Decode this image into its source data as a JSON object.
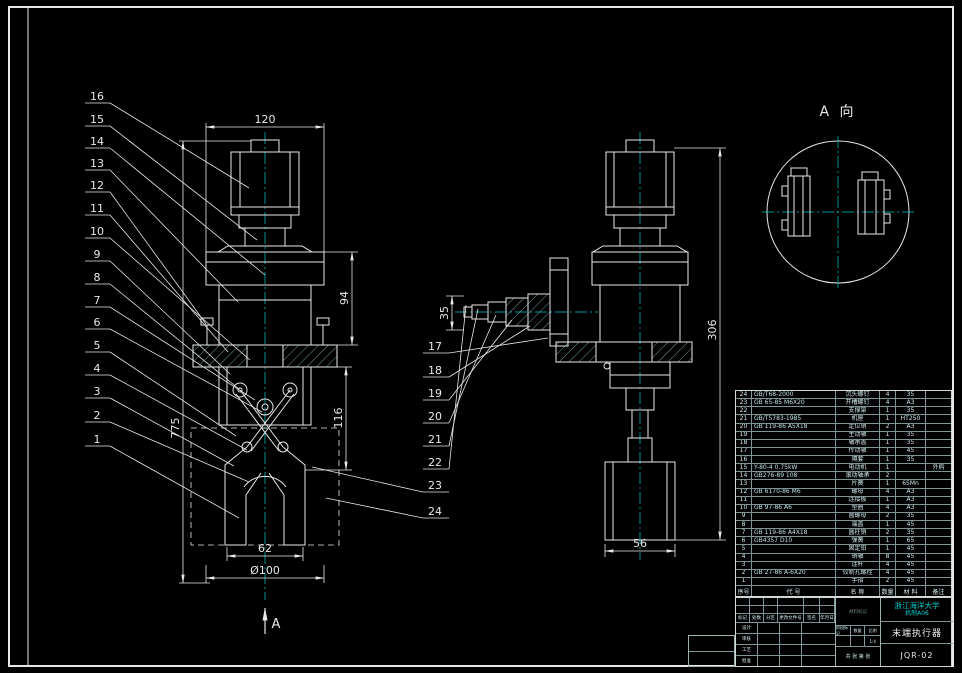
{
  "sheet": {
    "bg": "#000000",
    "line_color": "#e8e8e8",
    "accent_color": "#00cccc"
  },
  "views": {
    "a_view_label": "A 向",
    "section_label": "A",
    "balloons_front": [
      "1",
      "2",
      "3",
      "4",
      "5",
      "6",
      "7",
      "8",
      "9",
      "10",
      "11",
      "12",
      "13",
      "14",
      "15",
      "16"
    ],
    "balloons_side": [
      "17",
      "18",
      "19",
      "20",
      "21",
      "22",
      "23",
      "24"
    ],
    "dims": {
      "front_width": "120",
      "front_flange_h": "94",
      "front_body_h": "116",
      "front_total_h": "775",
      "front_jaw": "62",
      "front_base": "Ø100",
      "side_end": "35",
      "side_total_h": "306",
      "side_base": "56"
    }
  },
  "bom": {
    "headers": [
      "序号",
      "代  号",
      "名  称",
      "数量",
      "材 料",
      "备注"
    ],
    "rows": [
      {
        "no": "24",
        "code": "GB/T68-2000",
        "name": "沉头螺钉",
        "qty": "4",
        "mat": "35",
        "note": ""
      },
      {
        "no": "23",
        "code": "GB 65-85 M6X20",
        "name": "开槽螺钉",
        "qty": "4",
        "mat": "A3",
        "note": ""
      },
      {
        "no": "22",
        "code": "",
        "name": "支撑架",
        "qty": "1",
        "mat": "35",
        "note": ""
      },
      {
        "no": "21",
        "code": "GB/T5783-1985",
        "name": "机座",
        "qty": "1",
        "mat": "HT250",
        "note": ""
      },
      {
        "no": "20",
        "code": "GB 119-86 A5X18",
        "name": "定位销",
        "qty": "2",
        "mat": "A3",
        "note": ""
      },
      {
        "no": "19",
        "code": "",
        "name": "主动轴",
        "qty": "1",
        "mat": "35",
        "note": ""
      },
      {
        "no": "18",
        "code": "",
        "name": "轴承盖",
        "qty": "1",
        "mat": "35",
        "note": ""
      },
      {
        "no": "17",
        "code": "",
        "name": "传动轴",
        "qty": "1",
        "mat": "45",
        "note": ""
      },
      {
        "no": "16",
        "code": "",
        "name": "隔套",
        "qty": "1",
        "mat": "35",
        "note": ""
      },
      {
        "no": "15",
        "code": "Y-80-4 0.75kW",
        "name": "电动机",
        "qty": "1",
        "mat": "",
        "note": "外购"
      },
      {
        "no": "14",
        "code": "GB276-89 108",
        "name": "滚动轴承",
        "qty": "2",
        "mat": "",
        "note": ""
      },
      {
        "no": "13",
        "code": "",
        "name": "片簧",
        "qty": "1",
        "mat": "65Mn",
        "note": ""
      },
      {
        "no": "12",
        "code": "GB 6170-86 M6",
        "name": "螺母",
        "qty": "4",
        "mat": "A3",
        "note": ""
      },
      {
        "no": "11",
        "code": "",
        "name": "连接板",
        "qty": "1",
        "mat": "A3",
        "note": ""
      },
      {
        "no": "10",
        "code": "GB 97-86 A6",
        "name": "垫圈",
        "qty": "4",
        "mat": "A3",
        "note": ""
      },
      {
        "no": "9",
        "code": "",
        "name": "圆螺母",
        "qty": "2",
        "mat": "35",
        "note": ""
      },
      {
        "no": "8",
        "code": "",
        "name": "端盖",
        "qty": "1",
        "mat": "45",
        "note": ""
      },
      {
        "no": "7",
        "code": "GB 119-86 A4X18",
        "name": "圆柱销",
        "qty": "2",
        "mat": "35",
        "note": ""
      },
      {
        "no": "6",
        "code": "GB4357 D10",
        "name": "弹簧",
        "qty": "1",
        "mat": "65",
        "note": ""
      },
      {
        "no": "5",
        "code": "",
        "name": "固定钳",
        "qty": "1",
        "mat": "45",
        "note": ""
      },
      {
        "no": "4",
        "code": "",
        "name": "销轴",
        "qty": "8",
        "mat": "45",
        "note": ""
      },
      {
        "no": "3",
        "code": "",
        "name": "连杆",
        "qty": "4",
        "mat": "45",
        "note": ""
      },
      {
        "no": "2",
        "code": "GB 27-86 A-6X20",
        "name": "铰制孔螺栓",
        "qty": "4",
        "mat": "45",
        "note": ""
      },
      {
        "no": "1",
        "code": "",
        "name": "手指",
        "qty": "2",
        "mat": "45",
        "note": ""
      }
    ]
  },
  "title_block": {
    "university": "浙江海洋大学",
    "class_no": "机制A06",
    "part_name": "末端执行器",
    "drawing_no": "JQR-02",
    "material_mark": "材料标记",
    "stage_mark": "阶段标记",
    "qty_label": "数量",
    "scale_label": "比例",
    "scale_value": "1:4",
    "sheets": "共 张  第 张",
    "rev_cols": [
      "标记",
      "处数",
      "分区",
      "更改文件号",
      "签名",
      "年月日"
    ],
    "sig_rows": [
      "设计",
      "审核",
      "工艺",
      "批准"
    ]
  }
}
